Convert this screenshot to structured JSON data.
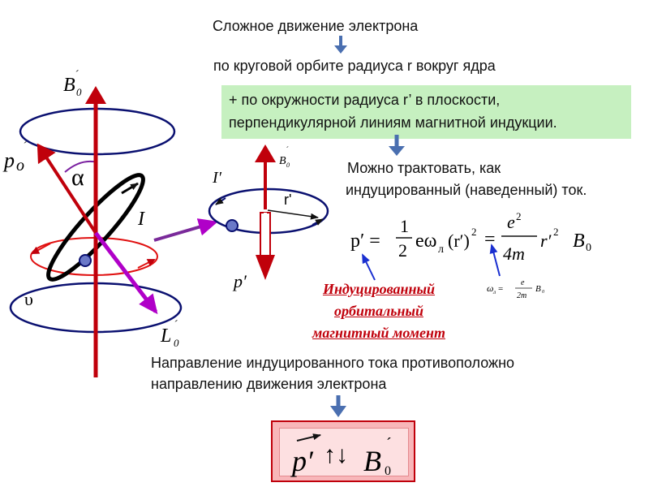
{
  "header": {
    "title": "Сложное движение электрона",
    "orbit_text": "по круговой орбите радиуса r вокруг ядра"
  },
  "green_box": {
    "line1": "+ по окружности радиуса r’  в плоскости,",
    "line2": "перпендикулярной линиям магнитной индукции."
  },
  "interpretation": {
    "line1": "Можно трактовать, как",
    "line2": "индуцированный (наведенный) ток."
  },
  "moment_label": {
    "line1": "Индуцированный",
    "line2": "орбитальный",
    "line3": "магнитный момент"
  },
  "direction": {
    "line1": "Направление индуцированного тока  противоположно",
    "line2": "направлению  движения электрона"
  },
  "diagram_labels": {
    "B0": "B",
    "B0_sub": "0",
    "p0": "p",
    "p0_sub": "o",
    "alpha": "α",
    "I": "I",
    "upsilon": "υ",
    "L0": "L",
    "L0_sub": "0",
    "I_prime": "I′",
    "r_prime": "r'",
    "p_prime": "p′",
    "B0_small": "B",
    "B0_small_sub": "0"
  },
  "formula": {
    "lhs": "p′ =",
    "half_num": "1",
    "half_den": "2",
    "e_omega": "eω",
    "omega_sub": "л",
    "r_sq": "(r′)",
    "sq": "2",
    "eq": "=",
    "frac_num": "e",
    "frac_num_sup": "2",
    "frac_den": "4m",
    "r_term": "r′",
    "r_term_sup": "2",
    "B": "B",
    "B_sub": "0"
  },
  "small_formula": {
    "omega": "ω",
    "omega_sub": "л",
    "eq": "=",
    "num": "e",
    "den": "2m",
    "B": "B",
    "B_sub": "0"
  },
  "result": {
    "p": "p′",
    "arrows": "↑↓",
    "B": "B",
    "B_sub": "0"
  },
  "colors": {
    "red": "#c0000b",
    "purple": "#b000c8",
    "blue_arrow": "#4a6fb0",
    "dark_blue": "#0a1070",
    "green_box": "#c6f0c0"
  }
}
